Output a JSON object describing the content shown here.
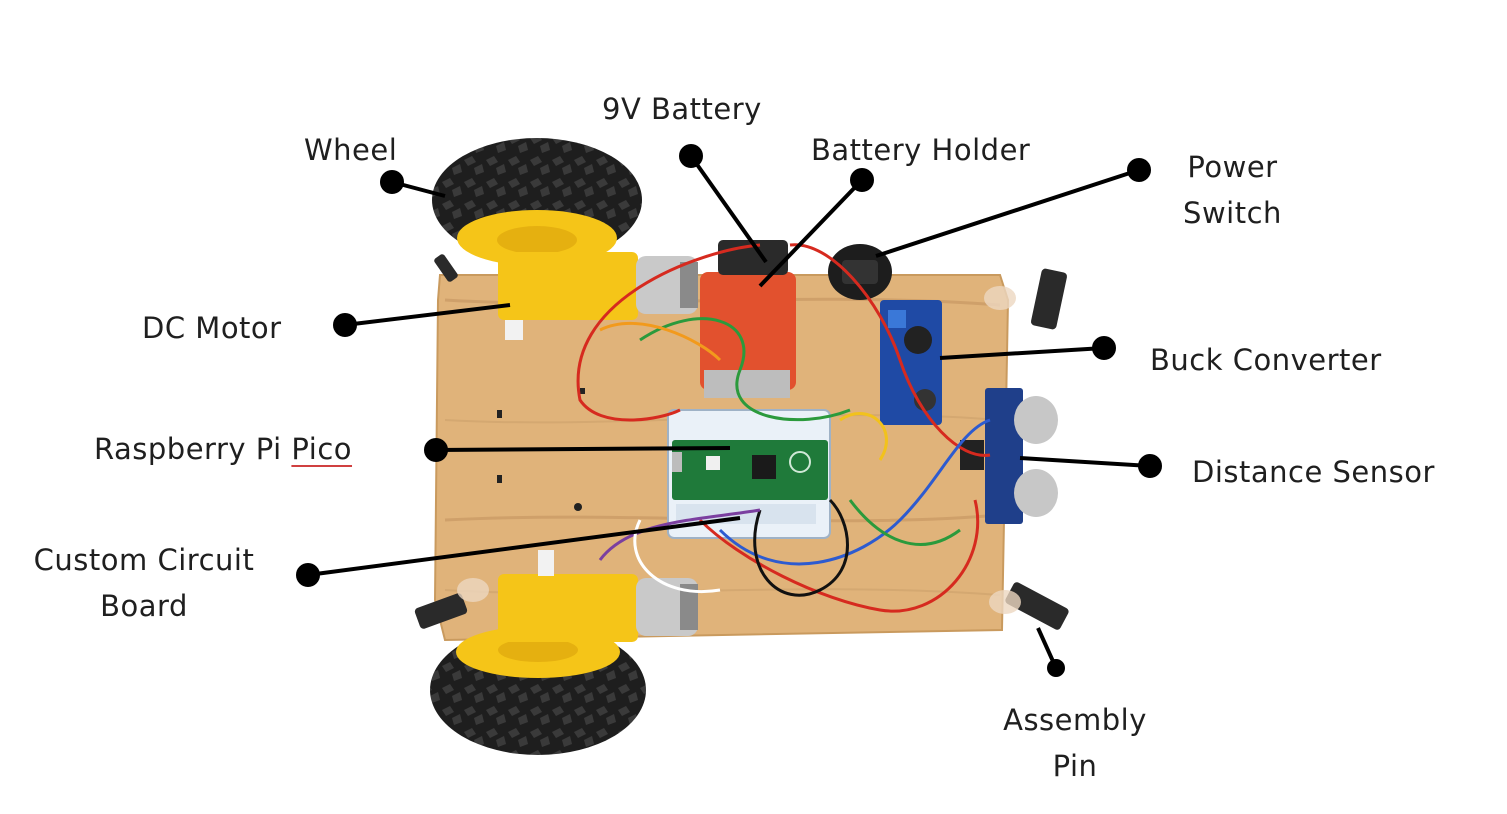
{
  "labels": {
    "wheel": "Wheel",
    "battery": "9V Battery",
    "battery_holder": "Battery Holder",
    "power_switch_1": "Power",
    "power_switch_2": "Switch",
    "dc_motor": "DC Motor",
    "buck_converter": "Buck Converter",
    "pico_1": "Raspberry Pi ",
    "pico_2": "Pico",
    "distance_sensor": "Distance Sensor",
    "custom_board_1": "Custom Circuit",
    "custom_board_2": "Board",
    "assembly_pin_1": "Assembly",
    "assembly_pin_2": "Pin"
  },
  "colors": {
    "wood": "#e3b982",
    "wood_dark": "#c99a5e",
    "motor_yellow": "#f5c518",
    "tire": "#1e1e1e",
    "pcb_green": "#1f7a3a",
    "battery_red": "#e2512e",
    "leader": "#000000"
  }
}
